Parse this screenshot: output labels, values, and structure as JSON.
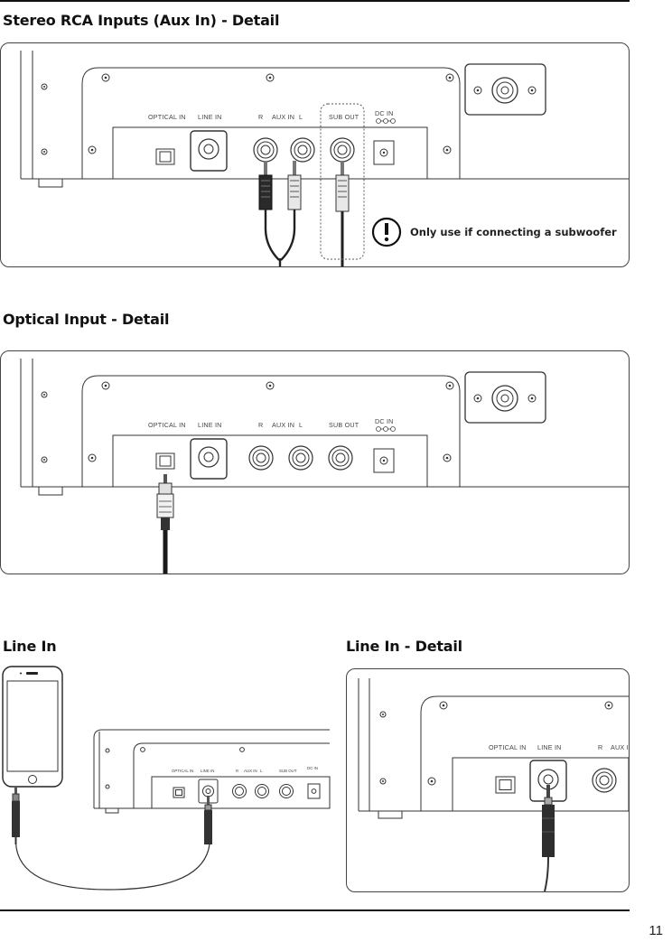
{
  "sections": {
    "aux": {
      "heading": "Stereo RCA Inputs (Aux In) - Detail",
      "note": "Only use if connecting a subwoofer"
    },
    "optical": {
      "heading": "Optical Input - Detail"
    },
    "line_in": {
      "heading": "Line In"
    },
    "line_in_detail": {
      "heading": "Line In - Detail"
    }
  },
  "port_labels": {
    "optical_in": "OPTICAL IN",
    "line_in": "LINE IN",
    "r": "R",
    "aux_in": "AUX IN",
    "l": "L",
    "sub_out": "SUB OUT",
    "dc_in": "DC IN"
  },
  "icons": {
    "warning": "exclamation-warning-icon",
    "phone": "smartphone-icon"
  },
  "page_number": "11"
}
